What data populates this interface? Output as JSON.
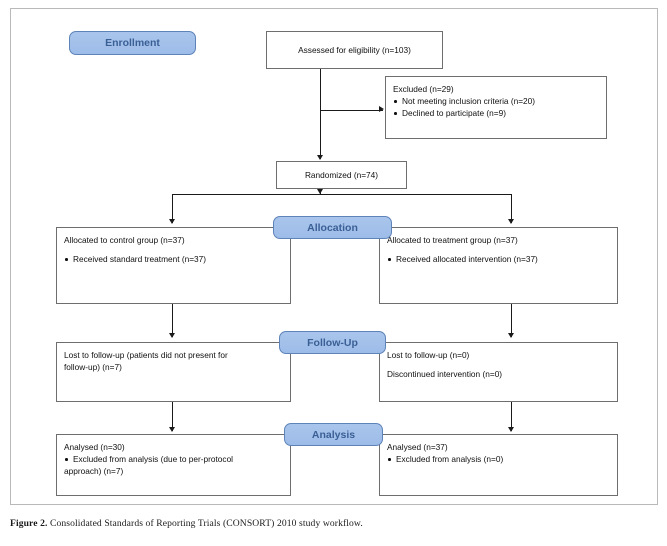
{
  "figure": {
    "caption_label": "Figure 2.",
    "caption_text": "Consolidated Standards of Reporting Trials (CONSORT) 2010 study workflow."
  },
  "colors": {
    "badge_fill": "#a3c0ea",
    "badge_border": "#5d83b8",
    "badge_text": "#3a5f95",
    "box_border": "#6e6e6e",
    "connector": "#1a1a1a",
    "frame_border": "#b9b9b9"
  },
  "stages": {
    "enrollment": "Enrollment",
    "allocation": "Allocation",
    "followup": "Follow-Up",
    "analysis": "Analysis"
  },
  "nodes": {
    "assessed": {
      "text": "Assessed for eligibility (n=103)"
    },
    "excluded": {
      "title": "Excluded  (n=29)",
      "items": [
        "Not meeting inclusion criteria (n=20)",
        "Declined to participate (n=9)"
      ]
    },
    "randomized": {
      "text": "Randomized (n=74)"
    },
    "allocated_control": {
      "title": "Allocated to control group (n=37)",
      "items": [
        "Received standard treatment (n=37)"
      ]
    },
    "allocated_treatment": {
      "title": "Allocated to treatment group (n=37)",
      "items": [
        "Received allocated intervention (n=37)"
      ]
    },
    "followup_control": {
      "line1": "Lost to follow-up (patients did not present for",
      "line2": "follow-up) (n=7)"
    },
    "followup_treatment": {
      "line1": "Lost to follow-up (n=0)",
      "line2": "Discontinued intervention (n=0)"
    },
    "analysis_control": {
      "title": "Analysed  (n=30)",
      "item1_line1": "Excluded from analysis (due to per-protocol",
      "item1_line2": "approach) (n=7)"
    },
    "analysis_treatment": {
      "title": "Analysed  (n=37)",
      "item1": "Excluded from analysis (n=0)"
    }
  }
}
